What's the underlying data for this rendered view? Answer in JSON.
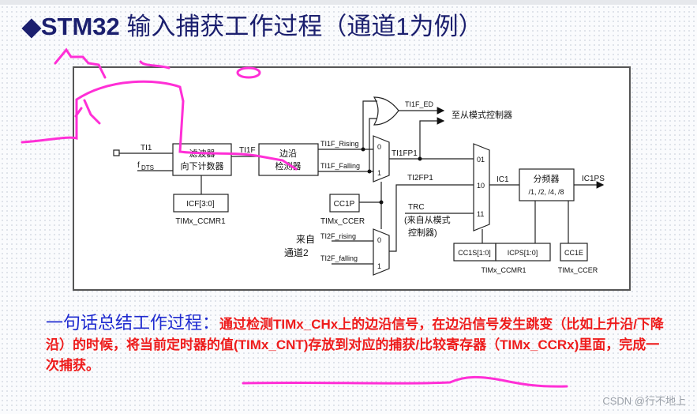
{
  "title": {
    "bullet": "◆",
    "main": "STM32",
    "rest": " 输入捕获工作过程（通道1为例）"
  },
  "diagram": {
    "ti1": "TI1",
    "fdts_f": "f",
    "fdts_sub": "DTS",
    "filter_l1": "滤波器",
    "filter_l2": "向下计数器",
    "icf": "ICF[3:0]",
    "ccmr1_a": "TIMx_CCMR1",
    "ti1f": "TI1F",
    "edge_l1": "边沿",
    "edge_l2": "检测器",
    "ti1f_rising": "TI1F_Rising",
    "ti1f_falling": "TI1F_Falling",
    "mux0": "0",
    "mux1": "1",
    "ti1f_ed": "TI1F_ED",
    "to_slave": "至从模式控制器",
    "ti1fp1": "TI1FP1",
    "ti2fp1": "TI2FP1",
    "cc1p": "CC1P",
    "ccer_a": "TIMx_CCER",
    "from_ch2_l1": "来自",
    "from_ch2_l2": "通道2",
    "ti2f_rising": "TI2F_rising",
    "ti2f_falling": "TI2F_falling",
    "trc": "TRC",
    "trc_from_l1": "(来自从模式",
    "trc_from_l2": "控制器)",
    "sel01": "01",
    "sel10": "10",
    "sel11": "11",
    "ic1": "IC1",
    "prescaler_l1": "分频器",
    "prescaler_l2": "/1, /2, /4, /8",
    "ic1ps": "IC1PS",
    "cc1s": "CC1S[1:0]",
    "icps": "ICPS[1:0]",
    "cc1e": "CC1E",
    "ccmr1_b": "TIMx_CCMR1",
    "ccer_b": "TIMx_CCER"
  },
  "summary": {
    "lead": "一句话总结工作过程：",
    "body": "通过检测TIMx_CHx上的边沿信号，在边沿信号发生跳变（比如上升沿/下降沿）的时候，将当前定时器的值(TIMx_CNT)存放到对应的捕获/比较寄存器（TIMx_CCRx)里面，完成一次捕获。"
  },
  "watermark": "CSDN @行不地上",
  "colors": {
    "title": "#1b1f6e",
    "lead": "#1f2bd0",
    "body": "#ee1c1c",
    "annotation": "#ff2fd6"
  }
}
